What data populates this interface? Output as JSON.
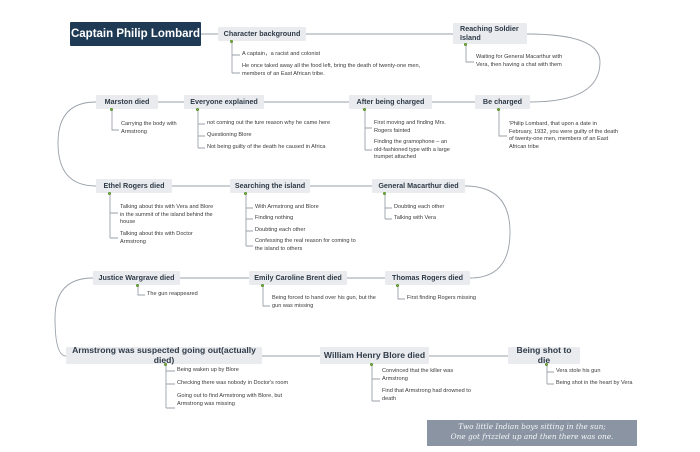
{
  "root": {
    "title": "Captain Philip Lombard"
  },
  "events": [
    {
      "id": "character",
      "label": "Character background",
      "notes": [
        "A captain，a racist and colonist",
        "He once taked away all the food left, bring the death of twenty-one men, members of an East African tribe."
      ]
    },
    {
      "id": "reaching",
      "label": "Reaching Soldier Island",
      "notes": [
        "Waiting for General Macarthur with Vera, then having a chat with them"
      ]
    },
    {
      "id": "charged",
      "label": "Be charged",
      "notes": [
        "'Philip Lombard, that upon a date in February, 1932, you were guilty of the death of twenty-one men, members of an East African tribe"
      ]
    },
    {
      "id": "after",
      "label": "After being charged",
      "notes": [
        "First moving and finding Mrs. Rogers  fainted",
        "Finding the  gramophone – an old-fashioned type with a large trumpet attached"
      ]
    },
    {
      "id": "explained",
      "label": "Everyone explained",
      "notes": [
        "not coming out the ture reason why he came here",
        "Questioning Blore",
        "Not being guilty of the death he caused in Africa"
      ]
    },
    {
      "id": "marston",
      "label": "Marston died",
      "notes": [
        "Carrying the body with Armstrong"
      ]
    },
    {
      "id": "ethel",
      "label": "Ethel Rogers died",
      "notes": [
        "Talking about this with Vera and Blore in the summit of the island behind the house",
        "Talking about this with Doctor Armstrong"
      ]
    },
    {
      "id": "searching",
      "label": "Searching the island",
      "notes": [
        "With Armstrong and Blore",
        "Finding nothing",
        "Doubting each other",
        "Confessing the real reason for coming to the island to others"
      ]
    },
    {
      "id": "macarthur",
      "label": "General Macarthur died",
      "notes": [
        "Doubting each other",
        "Talking with Vera"
      ]
    },
    {
      "id": "thomas",
      "label": "Thomas Rogers died",
      "notes": [
        "First finding Rogers missing"
      ]
    },
    {
      "id": "emily",
      "label": "Emily Caroline Brent died",
      "notes": [
        "Being forced to hand over his gun, but the gun was missing"
      ]
    },
    {
      "id": "wargrave",
      "label": "Justice Wargrave died",
      "notes": [
        "The gun reappeared"
      ]
    },
    {
      "id": "armstrong",
      "label": "Armstrong was suspected going out(actually died)",
      "notes": [
        "Being waken up by Blore",
        "Checking there was nobody in Doctor's room",
        "Going out to find Armstrong with Blore, but Armstrong was missing"
      ]
    },
    {
      "id": "blore",
      "label": "William Henry Blore died",
      "notes": [
        "Convinced that the killer was Armstrong",
        "Find that Armstrong had drowned to death"
      ]
    },
    {
      "id": "shot",
      "label": "Being shot to die",
      "notes": [
        "Vera stole his gun",
        "Being shot in the heart by Vera"
      ]
    }
  ],
  "poem": {
    "line1": "Two little Indian boys sitting in the sun;",
    "line2": "One got frizzled up and then there was one."
  },
  "colors": {
    "root_bg": "#1f3a55",
    "event_bg": "#e9ebee",
    "connector": "#9aa1a9",
    "dot": "#8bc34a",
    "poem_bg": "#8a94a3"
  }
}
